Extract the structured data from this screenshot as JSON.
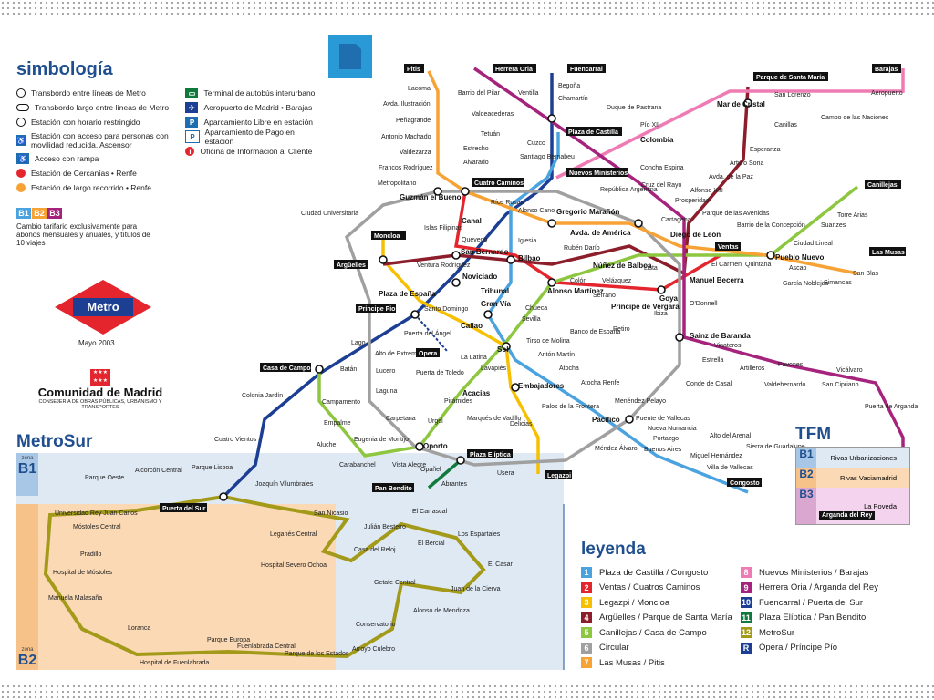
{
  "symbology": {
    "title": "simbología",
    "items": [
      {
        "icon": "transfer-icon",
        "label": "Transbordo entre líneas de Metro"
      },
      {
        "icon": "long-transfer-icon",
        "label": "Transbordo largo entre líneas de Metro"
      },
      {
        "icon": "restricted-hours-icon",
        "label": "Estación con horario restringido"
      },
      {
        "icon": "accessible-icon",
        "label": "Estación con acceso para personas con movilidad reducida. Ascensor"
      },
      {
        "icon": "ramp-icon",
        "label": "Acceso con rampa"
      },
      {
        "icon": "cercanias-icon",
        "label": "Estación de Cercanías • Renfe"
      },
      {
        "icon": "long-distance-icon",
        "label": "Estación de largo recorrido • Renfe"
      }
    ],
    "items2": [
      {
        "icon": "bus-icon",
        "label": "Terminal de autobús interurbano"
      },
      {
        "icon": "airport-icon",
        "label": "Aeropuerto de Madrid • Barajas"
      },
      {
        "icon": "free-parking-icon",
        "label": "Aparcamiento Libre en estación"
      },
      {
        "icon": "paid-parking-icon",
        "label": "Aparcamiento de Pago en estación"
      },
      {
        "icon": "info-icon",
        "label": "Oficina de Información al Cliente"
      }
    ],
    "fare_zones": [
      "B1",
      "B2",
      "B3"
    ],
    "fare_note": "Cambio tarifario exclusivamente para abonos mensuales y anuales, y títulos de 10 viajes"
  },
  "brand": {
    "metro_logo": "Metro",
    "date": "Mayo 2003",
    "cam_title": "Comunidad de Madrid",
    "cam_sub": "CONSEJERÍA DE OBRAS PÚBLICAS, URBANISMO Y TRANSPORTES"
  },
  "metrosur": {
    "title": "MetroSur",
    "zone_word": "zona",
    "zone1": "B1",
    "zone2": "B2"
  },
  "tfm": {
    "title": "TFM",
    "zones": [
      {
        "zone": "B1",
        "station": "Rivas Urbanizaciones"
      },
      {
        "zone": "B2",
        "station": "Rivas Vaciamadrid"
      },
      {
        "zone": "B3",
        "station": "La Poveda"
      }
    ],
    "terminus": "Arganda del Rey",
    "line": "9"
  },
  "legend": {
    "title": "leyenda",
    "lines_left": [
      {
        "num": "1",
        "name": "Plaza de Castilla / Congosto",
        "color": "#4aa3df"
      },
      {
        "num": "2",
        "name": "Ventas / Cuatros Caminos",
        "color": "#e4252d"
      },
      {
        "num": "3",
        "name": "Legazpi / Moncloa",
        "color": "#f6c000"
      },
      {
        "num": "4",
        "name": "Argüelles / Parque de Santa María",
        "color": "#8c1d2b"
      },
      {
        "num": "5",
        "name": "Canillejas / Casa de Campo",
        "color": "#8dc63f"
      },
      {
        "num": "6",
        "name": "Circular",
        "color": "#a0a0a0"
      },
      {
        "num": "7",
        "name": "Las Musas / Pitis",
        "color": "#f7a234"
      }
    ],
    "lines_right": [
      {
        "num": "8",
        "name": "Nuevos Ministerios / Barajas",
        "color": "#ef7bb4"
      },
      {
        "num": "9",
        "name": "Herrera Oria / Arganda del Rey",
        "color": "#a5237c"
      },
      {
        "num": "10",
        "name": "Fuencarral / Puerta del Sur",
        "color": "#1c3f94"
      },
      {
        "num": "11",
        "name": "Plaza Elíptica / Pan Bendito",
        "color": "#0f7a3c"
      },
      {
        "num": "12",
        "name": "MetroSur",
        "color": "#a39a1a"
      },
      {
        "num": "R",
        "name": "Ópera / Príncipe Pío",
        "color": "#1c3f94"
      }
    ]
  },
  "colors": {
    "l1": "#4aa3df",
    "l2": "#e4252d",
    "l3": "#f6c000",
    "l4": "#8c1d2b",
    "l5": "#8dc63f",
    "l6": "#a0a0a0",
    "l7": "#f7a234",
    "l8": "#ef7bb4",
    "l9": "#a5237c",
    "l10": "#1c3f94",
    "l11": "#0f7a3c",
    "l12": "#a39a1a",
    "accent": "#1f4f8f",
    "metrosur_bg": "#dfe9f4",
    "zoneb2_bg": "#fbd9b4"
  },
  "terminals": {
    "pitis": "Pitis",
    "herrera_oria": "Herrera Oria",
    "fuencarral": "Fuencarral",
    "plaza_castilla": "Plaza de Castilla",
    "parque_sta_maria": "Parque de Santa María",
    "barajas": "Barajas",
    "nuevos_ministerios": "Nuevos Ministerios",
    "cuatro_caminos": "Cuatro Caminos",
    "canillejas": "Canillejas",
    "moncloa": "Moncloa",
    "arguelles": "Argüelles",
    "ventas": "Ventas",
    "las_musas": "Las Musas",
    "principe_pio": "Principe Pio",
    "opera": "Opera",
    "casa_de_campo": "Casa de Campo",
    "plaza_eliptica": "Plaza Elíptica",
    "pan_bendito": "Pan Bendito",
    "legazpi": "Legazpi",
    "congosto": "Congosto",
    "puerta_del_sur": "Puerta del Sur",
    "arganda": "Arganda del Rey"
  },
  "stations": {
    "s1": "Lacoma",
    "s2": "Avda. Ilustración",
    "s3": "Peñagrande",
    "s4": "Antonio Machado",
    "s5": "Valdezarza",
    "s6": "Francos Rodríguez",
    "s7": "Metropolitano",
    "s8": "Guzmán el Bueno",
    "s9": "Islas Filipinas",
    "s10": "Ciudad Universitaria",
    "s11": "Barrio del Pilar",
    "s12": "Ventilla",
    "s13": "Valdeacederas",
    "s14": "Tetuán",
    "s15": "Estrecho",
    "s16": "Alvarado",
    "s17": "Begoña",
    "s18": "Chamartín",
    "s19": "Duque de Pastrana",
    "s20": "Pío XII",
    "s21": "Cuzco",
    "s22": "Santiago Bernabeu",
    "s23": "Colombia",
    "s24": "Concha Espina",
    "s25": "Cruz del Rayo",
    "s26": "República Argentina",
    "s27": "Mar de Cristal",
    "s28": "San Lorenzo",
    "s29": "Canillas",
    "s30": "Campo de las Naciones",
    "s31": "Aeropuerto",
    "s32": "Esperanza",
    "s33": "Arturo Soria",
    "s34": "Avda. de la Paz",
    "s35": "Alfonso XIII",
    "s36": "Prosperidad",
    "s37": "Cartagena",
    "s38": "Parque de las Avenidas",
    "s39": "Barrio de la Concepción",
    "s40": "Torre Arias",
    "s41": "Suanzes",
    "s42": "Ciudad Lineal",
    "s43": "Pueblo Nuevo",
    "s44": "Quintana",
    "s45": "El Carmen",
    "s46": "Ascao",
    "s47": "García Noblejas",
    "s48": "Simancas",
    "s49": "San Blas",
    "s50": "Canal",
    "s51": "Ríos Rosas",
    "s52": "Alonso Cano",
    "s53": "Gregorio Marañón",
    "s54": "Avda. de América",
    "s55": "Diego de León",
    "s56": "Quevedo",
    "s57": "Iglesia",
    "s58": "San Bernardo",
    "s59": "Bilbao",
    "s60": "Rubén Darío",
    "s61": "Núñez de Balboa",
    "s62": "Lista",
    "s63": "Ventura Rodríguez",
    "s64": "Noviciado",
    "s65": "Plaza de España",
    "s66": "Tribunal",
    "s67": "Alonso Martínez",
    "s68": "Colón",
    "s69": "Velázquez",
    "s70": "Serrano",
    "s71": "Goya",
    "s72": "Manuel Becerra",
    "s73": "O'Donnell",
    "s74": "Santo Domingo",
    "s75": "Gran Vía",
    "s76": "Chueca",
    "s77": "Callao",
    "s78": "Sevilla",
    "s79": "Banco de España",
    "s80": "Príncipe de Vergara",
    "s81": "Ibiza",
    "s82": "Retiro",
    "s83": "Lago",
    "s84": "Puerta del Ángel",
    "s85": "Sol",
    "s86": "La Latina",
    "s87": "Tirso de Molina",
    "s88": "Antón Martín",
    "s89": "Sainz de Baranda",
    "s90": "Vinateros",
    "s91": "Artilleros",
    "s92": "Pavones",
    "s93": "Vicálvaro",
    "s94": "Valdebernardo",
    "s95": "San Cipriano",
    "s96": "Puerta de Arganda",
    "s97": "Estrella",
    "s98": "Conde de Casal",
    "s99": "Batán",
    "s100": "Alto de Extremadura",
    "s101": "Lucero",
    "s102": "Laguna",
    "s103": "Campamento",
    "s104": "Puerta de Toledo",
    "s105": "Lavapiés",
    "s106": "Atocha",
    "s107": "Atocha Renfe",
    "s108": "Menéndez Pelayo",
    "s109": "Embajadores",
    "s110": "Acacias",
    "s111": "Pirámides",
    "s112": "Marqués de Vadillo",
    "s113": "Palos de la Frontera",
    "s114": "Delicias",
    "s115": "Pacífico",
    "s116": "Puente de Vallecas",
    "s117": "Nueva Numancia",
    "s118": "Portazgo",
    "s119": "Buenos Aires",
    "s120": "Alto del Arenal",
    "s121": "Miguel Hernández",
    "s122": "Sierra de Guadalupe",
    "s123": "Villa de Vallecas",
    "s124": "Méndez Álvaro",
    "s125": "Colonia Jardín",
    "s126": "Cuatro Vientos",
    "s127": "Empalme",
    "s128": "Eugenia de Montijo",
    "s129": "Carpetana",
    "s130": "Urgel",
    "s131": "Oporto",
    "s132": "Aluche",
    "s133": "Carabanchel",
    "s134": "Vista Alegre",
    "s135": "Opañel",
    "s136": "Usera",
    "s137": "Abrantes",
    "s138": "Joaquín Vilumbrales",
    "s139": "Alcorcón Central",
    "s140": "Parque Oeste",
    "s141": "Parque Lisboa",
    "s142": "Universidad Rey Juan Carlos",
    "s143": "Móstoles Central",
    "s144": "Pradillo",
    "s145": "Hospital de Móstoles",
    "s146": "Manuela Malasaña",
    "s147": "Loranca",
    "s148": "Hospital de Fuenlabrada",
    "s149": "Parque Europa",
    "s150": "Fuenlabrada Central",
    "s151": "Parque de los Estados",
    "s152": "Arroyo Culebro",
    "s153": "Conservatorio",
    "s154": "Alonso de Mendoza",
    "s155": "Getafe Central",
    "s156": "Juan de la Cierva",
    "s157": "El Casar",
    "s158": "Los Espartales",
    "s159": "El Bercial",
    "s160": "El Carrascal",
    "s161": "Julián Besteiro",
    "s162": "Casa del Reloj",
    "s163": "Hospital Severo Ochoa",
    "s164": "Leganés Central",
    "s165": "San Nicasio"
  }
}
